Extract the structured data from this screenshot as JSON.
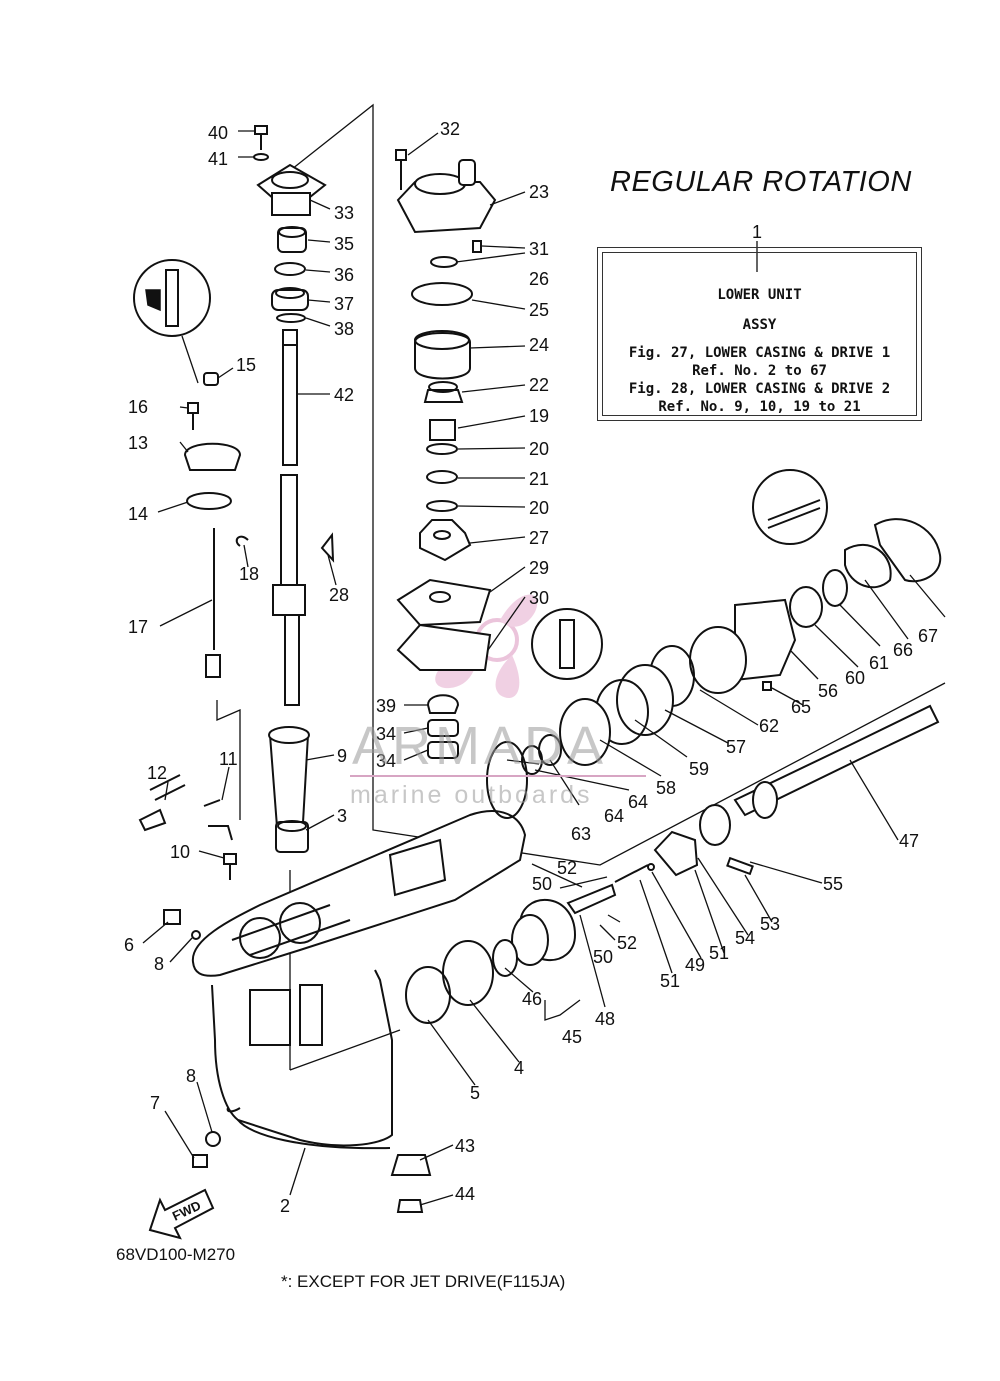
{
  "title": "REGULAR ROTATION",
  "assembly_box": {
    "ref_number": "1",
    "line1": "LOWER UNIT",
    "line2": "ASSY",
    "line3": "Fig. 27, LOWER CASING & DRIVE 1",
    "line4": "Ref. No. 2 to 67",
    "line5": "Fig. 28, LOWER CASING & DRIVE 2",
    "line6": "Ref. No. 9, 10, 19 to 21"
  },
  "drawing_code": "68VD100-M270",
  "footnote": "*: EXCEPT FOR JET DRIVE(F115JA)",
  "fwd_label": "FWD",
  "watermark": {
    "brand": "ARMADA",
    "tagline": "marine outboards"
  },
  "callouts": [
    "40",
    "41",
    "33",
    "35",
    "36",
    "37",
    "38",
    "42",
    "15",
    "16",
    "13",
    "14",
    "17",
    "18",
    "28",
    "32",
    "23",
    "31",
    "26",
    "25",
    "24",
    "22",
    "19",
    "20",
    "21",
    "20",
    "27",
    "29",
    "30",
    "39",
    "34",
    "34",
    "9",
    "3",
    "12",
    "11",
    "10",
    "6",
    "8",
    "8",
    "7",
    "2",
    "63",
    "64",
    "64",
    "58",
    "59",
    "57",
    "62",
    "56",
    "65",
    "60",
    "61",
    "66",
    "67",
    "47",
    "55",
    "53",
    "54",
    "51",
    "49",
    "51",
    "52",
    "50",
    "52",
    "50",
    "48",
    "45",
    "46",
    "4",
    "5",
    "43",
    "44"
  ]
}
